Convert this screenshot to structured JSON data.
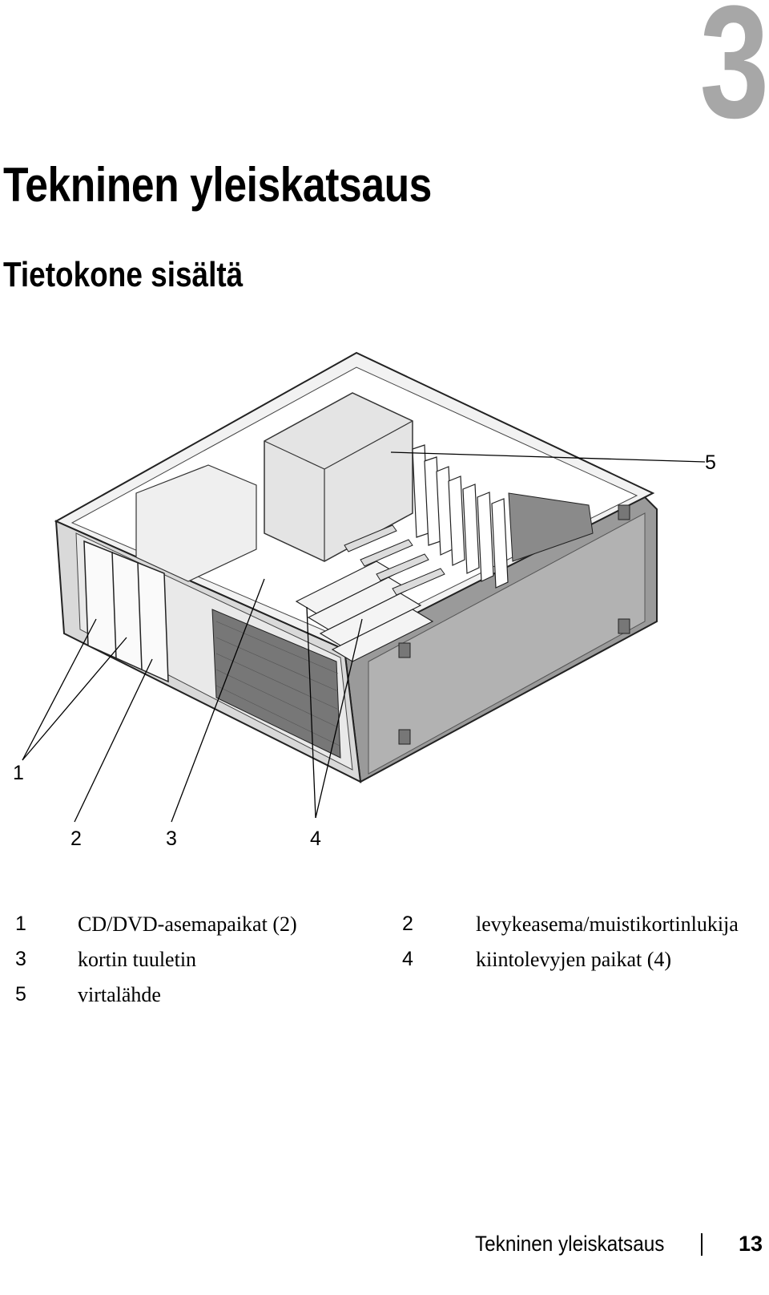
{
  "chapter_number": "3",
  "chapter_title": "Tekninen yleiskatsaus",
  "section_title": "Tietokone sisältä",
  "figure": {
    "callouts": [
      "1",
      "2",
      "3",
      "4",
      "5"
    ]
  },
  "legend": [
    {
      "num": "1",
      "text": "CD/DVD-asemapaikat (2)"
    },
    {
      "num": "2",
      "text": "levykeasema/muistikortinlukija"
    },
    {
      "num": "3",
      "text": "kortin tuuletin"
    },
    {
      "num": "4",
      "text": "kiintolevyjen paikat (4)"
    },
    {
      "num": "5",
      "text": "virtalähde"
    }
  ],
  "footer": {
    "title": "Tekninen yleiskatsaus",
    "page": "13"
  }
}
